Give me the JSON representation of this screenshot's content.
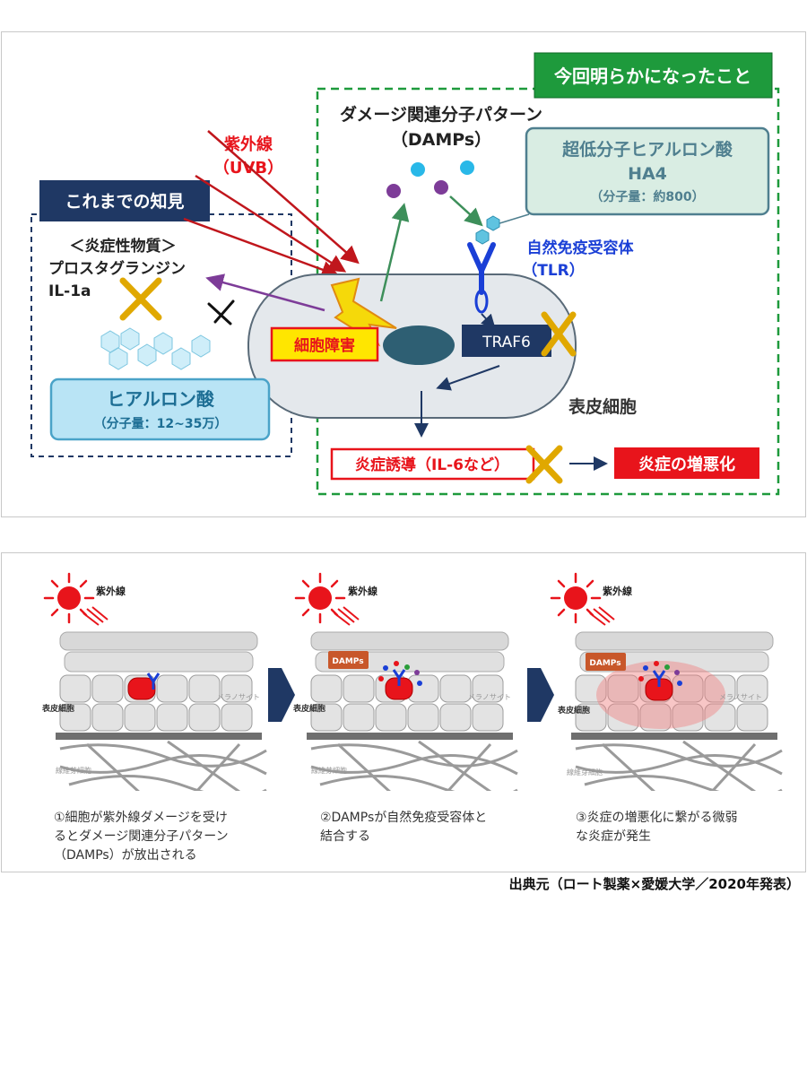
{
  "top": {
    "new_findings_label": "今回明らかになったこと",
    "prior_knowledge_label": "これまでの知見",
    "uv_label": "紫外線",
    "uvb_label": "（UVB）",
    "damps_label": "ダメージ関連分子パターン",
    "damps_abbrev": "（DAMPs）",
    "ha4_title": "超低分子ヒアルロン酸",
    "ha4_name": "HA4",
    "ha4_mw": "（分子量：約800）",
    "tlr_label": "自然免疫受容体",
    "tlr_abbrev": "（TLR）",
    "inflam_substances": "＜炎症性物質＞",
    "prostaglandin": "プロスタグランジン",
    "il1a": "IL-1a",
    "cell_damage": "細胞障害",
    "traf6": "TRAF6",
    "epidermal_cell": "表皮細胞",
    "ha_title": "ヒアルロン酸",
    "ha_mw": "（分子量：12~35万）",
    "induction": "炎症誘導（IL-6など）",
    "worsening": "炎症の増悪化"
  },
  "bottom": {
    "uv_label": "紫外線",
    "damps_tag": "DAMPs",
    "epidermis_label": "表皮細胞",
    "fibroblast_label": "線維芽細胞",
    "melanocyte_label": "メラノサイト",
    "steps": [
      {
        "line1": "①細胞が紫外線ダメージを受け",
        "line2": "るとダメージ関連分子パターン",
        "line3": "（DAMPs）が放出される"
      },
      {
        "line1": "②DAMPsが自然免疫受容体と",
        "line2": "結合する",
        "line3": ""
      },
      {
        "line1": "③炎症の増悪化に繋がる微弱",
        "line2": "な炎症が発生",
        "line3": ""
      }
    ]
  },
  "source": "出典元（ロート製薬×愛媛大学／2020年発表）",
  "colors": {
    "green": "#1e9a3c",
    "navy": "#1f3864",
    "red": "#e8141b",
    "yellow": "#f5c018",
    "teal": "#2e5f73",
    "sky": "#29b8e8",
    "purple": "#7d3c98"
  }
}
